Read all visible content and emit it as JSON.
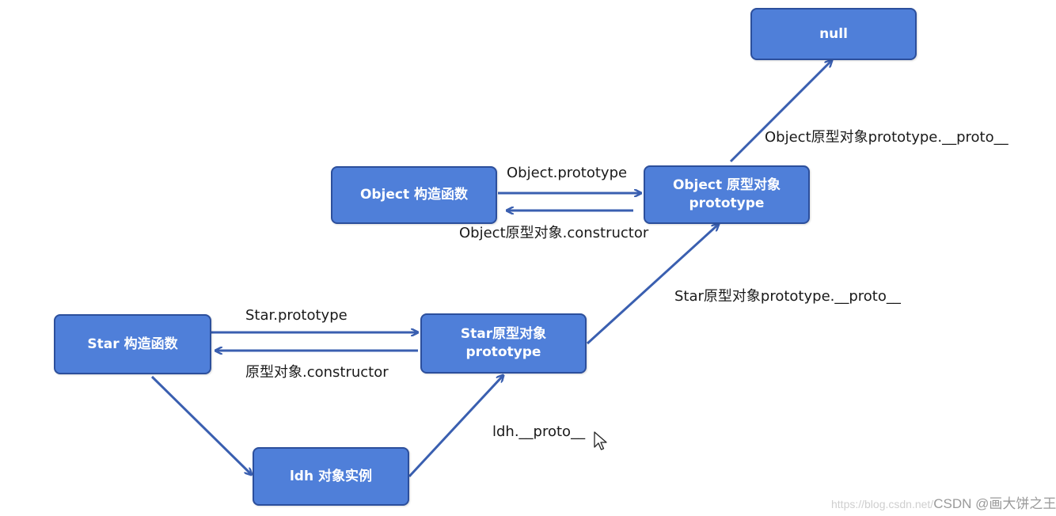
{
  "nodes": {
    "null_node": {
      "text": "null"
    },
    "object_constructor": {
      "text": "Object 构造函数"
    },
    "object_prototype": {
      "line1": "Object 原型对象",
      "line2": "prototype"
    },
    "star_constructor": {
      "text": "Star 构造函数"
    },
    "star_prototype": {
      "line1": "Star原型对象",
      "line2": "prototype"
    },
    "ldh_instance": {
      "text": "ldh 对象实例"
    }
  },
  "edges": {
    "object_prototype_to_null": "Object原型对象prototype.__proto__",
    "object_to_object_prototype": "Object.prototype",
    "object_prototype_to_object": "Object原型对象.constructor",
    "star_prototype_to_object_prototype": "Star原型对象prototype.__proto__",
    "star_to_star_prototype": "Star.prototype",
    "star_prototype_to_star": "原型对象.constructor",
    "ldh_to_star_prototype": "ldh.__proto__"
  },
  "colors": {
    "node_fill": "#4f7fd9",
    "node_border": "#2c4f9c",
    "arrow": "#3a5fb0"
  },
  "watermark": {
    "url": "https://blog.csdn.net/",
    "brand": "CSDN @画大饼之王"
  },
  "cursor": {
    "icon": "mouse-pointer-icon"
  }
}
